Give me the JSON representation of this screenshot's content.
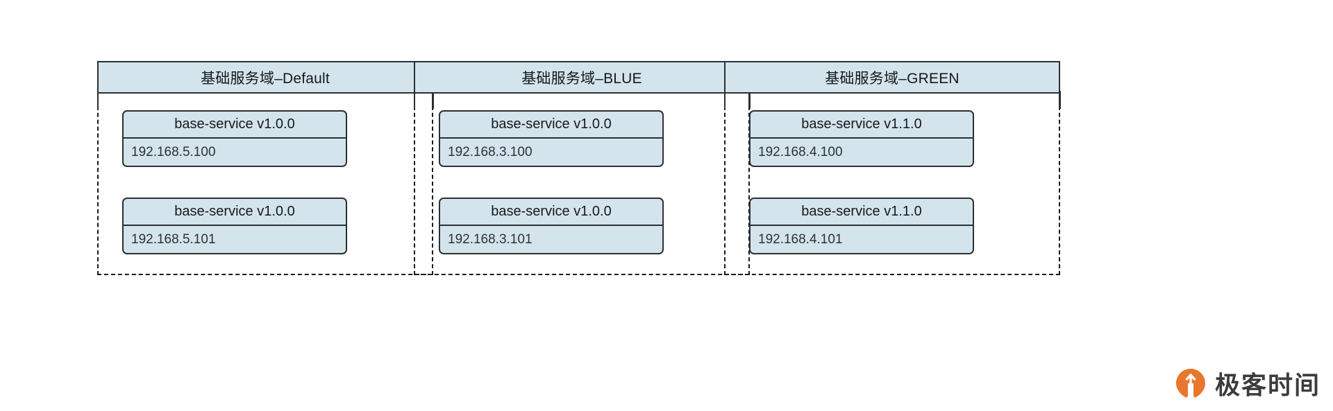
{
  "diagram": {
    "type": "deployment-domains",
    "colors": {
      "card_fill": "#d4e4ec",
      "border": "#2b2f33",
      "text": "#15191c",
      "logo_accent": "#e8772e"
    },
    "columns": [
      {
        "id": "default",
        "header": "基础服务域–Default",
        "services": [
          {
            "name": "base-service v1.0.0",
            "ip": "192.168.5.100"
          },
          {
            "name": "base-service v1.0.0",
            "ip": "192.168.5.101"
          }
        ]
      },
      {
        "id": "blue",
        "header": "基础服务域–BLUE",
        "services": [
          {
            "name": "base-service v1.0.0",
            "ip": "192.168.3.100"
          },
          {
            "name": "base-service v1.0.0",
            "ip": "192.168.3.101"
          }
        ]
      },
      {
        "id": "green",
        "header": "基础服务域–GREEN",
        "services": [
          {
            "name": "base-service v1.1.0",
            "ip": "192.168.4.100"
          },
          {
            "name": "base-service v1.1.0",
            "ip": "192.168.4.101"
          }
        ]
      }
    ]
  },
  "watermark": {
    "text": "极客时间",
    "icon": "geek-time-logo-icon"
  }
}
